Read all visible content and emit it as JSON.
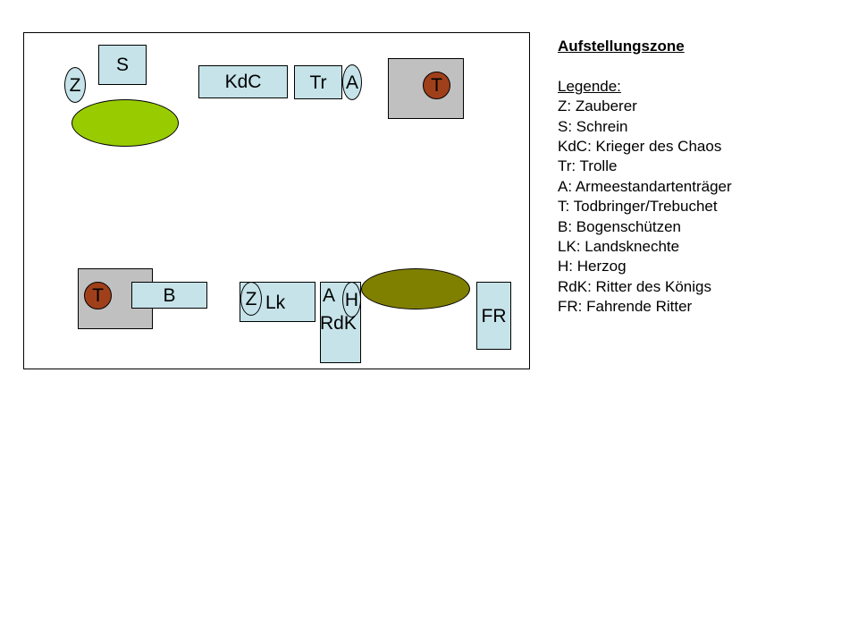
{
  "map": {
    "top": {
      "z": "Z",
      "s": "S",
      "kdc": "KdC",
      "tr": "Tr",
      "a": "A",
      "t": "T"
    },
    "bottom": {
      "t": "T",
      "b": "B",
      "z": "Z",
      "lk": "Lk",
      "a": "A",
      "h": "H",
      "rdk": "RdK",
      "fr": "FR"
    },
    "colors": {
      "unit_fill": "#c5e3e9",
      "warmachine_base": "#c0c0c0",
      "warmachine_marker": "#a0401a",
      "hill_light": "#99cc00",
      "hill_dark": "#808000"
    }
  },
  "legend": {
    "title": "Aufstellungszone",
    "heading": "Legende:",
    "items": [
      "Z: Zauberer",
      "S: Schrein",
      "KdC: Krieger des Chaos",
      "Tr: Trolle",
      "A: Armeestandartenträger",
      "T: Todbringer/Trebuchet",
      "B: Bogenschützen",
      "LK: Landsknechte",
      "H: Herzog",
      "RdK: Ritter des Königs",
      "FR: Fahrende Ritter"
    ]
  }
}
